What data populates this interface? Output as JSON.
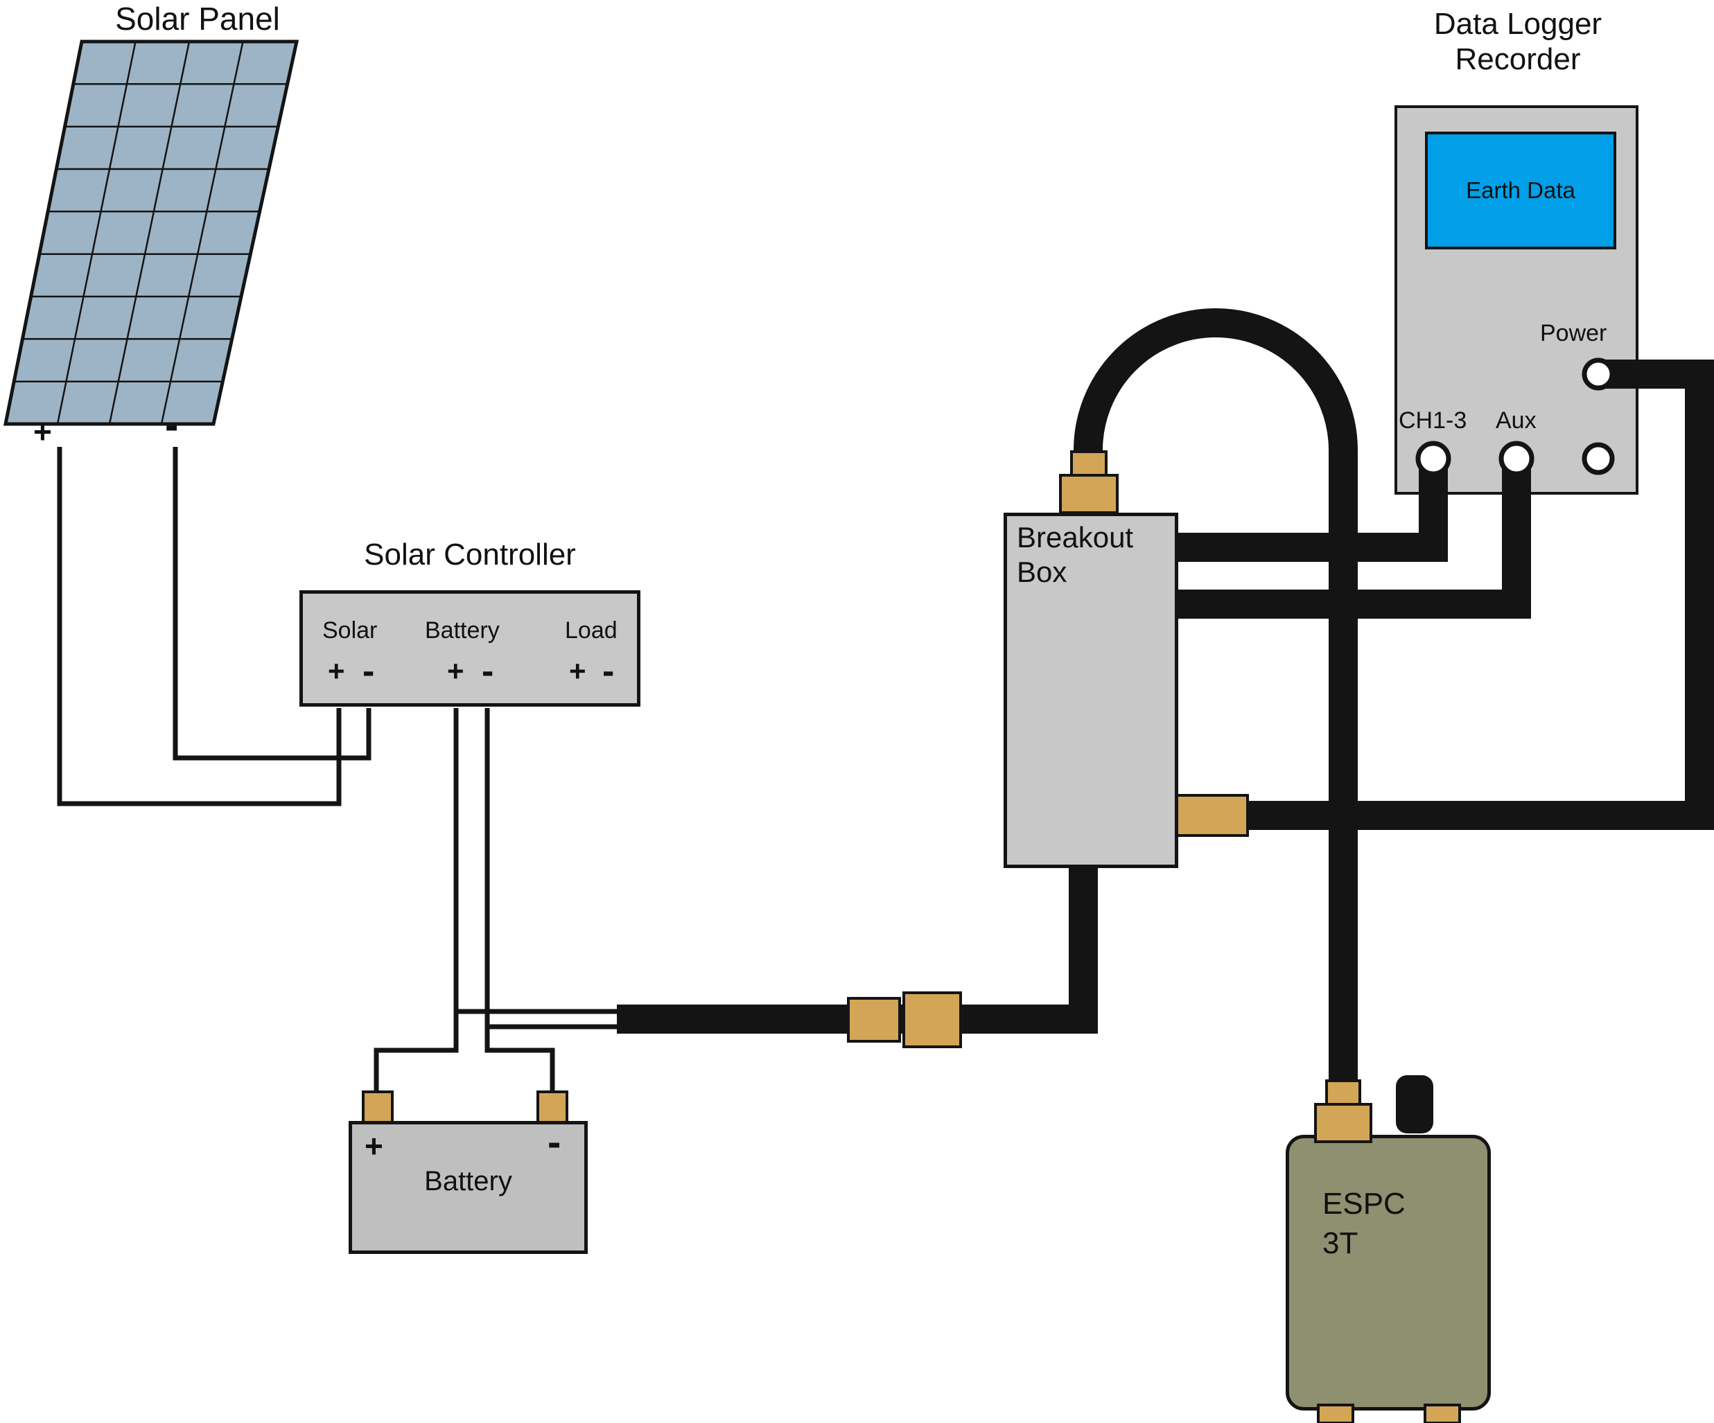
{
  "colors": {
    "box_gray": "#c8c8c8",
    "panel_blue": "#9cb4c6",
    "screen_blue": "#009fe8",
    "connector_tan": "#d2a557",
    "espc_olive": "#8f9070",
    "wire_black": "#141414",
    "bg": "#ffffff"
  },
  "solar_panel": {
    "title": "Solar Panel",
    "plus": "+",
    "minus": "-"
  },
  "solar_controller": {
    "title": "Solar Controller",
    "terminals": [
      {
        "label": "Solar",
        "plus": "+",
        "minus": "-"
      },
      {
        "label": "Battery",
        "plus": "+",
        "minus": "-"
      },
      {
        "label": "Load",
        "plus": "+",
        "minus": "-"
      }
    ]
  },
  "battery": {
    "label": "Battery",
    "plus": "+",
    "minus": "-"
  },
  "breakout_box": {
    "label_line1": "Breakout",
    "label_line2": "Box"
  },
  "data_logger": {
    "title_line1": "Data Logger",
    "title_line2": "Recorder",
    "screen_label": "Earth Data",
    "power_label": "Power",
    "ch13_label": "CH1-3",
    "aux_label": "Aux"
  },
  "espc": {
    "label_line1": "ESPC",
    "label_line2": "3T"
  }
}
